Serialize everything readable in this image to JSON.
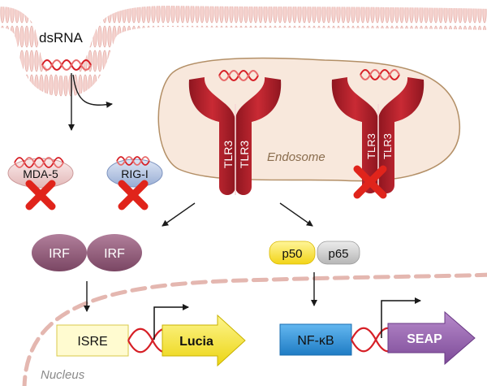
{
  "labels": {
    "dsrna": "dsRNA",
    "endosome": "Endosome",
    "nucleus": "Nucleus",
    "mda5": "MDA-5",
    "rigi": "RIG-I",
    "tlr3": "TLR3",
    "irf": "IRF",
    "p50": "p50",
    "p65": "p65",
    "isre": "ISRE",
    "lucia": "Lucia",
    "nfkb": "NF-κB",
    "seap": "SEAP"
  },
  "colors": {
    "membrane": "#f2c9c5",
    "endosome_fill": "#f8e8dc",
    "endosome_stroke": "#b38f66",
    "tlr3": "#b8202b",
    "irf": "#8d5a78",
    "rigi": "#c4d4ee",
    "mda5": "#f3d9d9",
    "p50": "#fbe44f",
    "p65": "#cfcfcf",
    "isre_box": "#fffbd0",
    "lucia_arrow": "#f5e32a",
    "nfkb_box": "#2f8fd6",
    "seap_arrow": "#8e5ca6",
    "block_x": "#e0241b",
    "rna": "#d61f26"
  }
}
